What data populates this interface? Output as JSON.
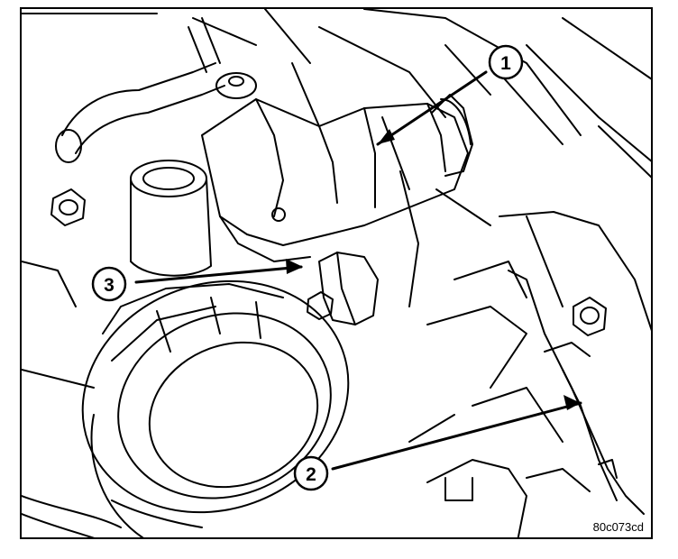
{
  "callouts": [
    {
      "id": "callout-1",
      "label": "1"
    },
    {
      "id": "callout-2",
      "label": "2"
    },
    {
      "id": "callout-3",
      "label": "3"
    }
  ],
  "figure_id": "80c073cd",
  "colors": {
    "ink": "#000000",
    "paper": "#ffffff"
  }
}
